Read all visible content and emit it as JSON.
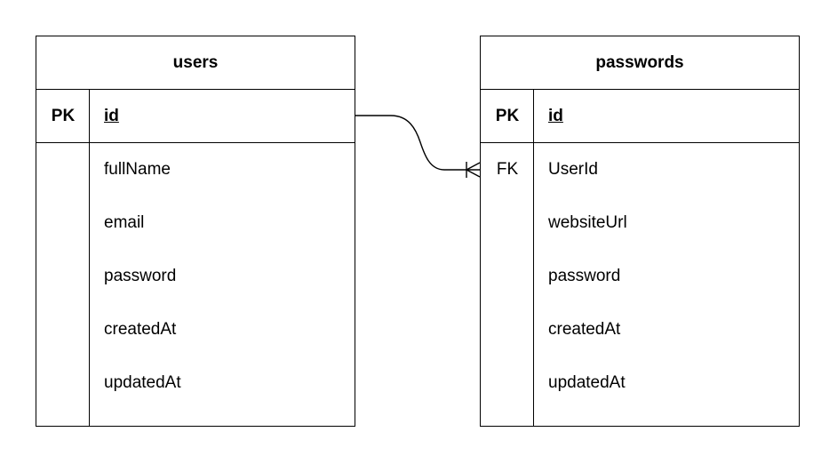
{
  "diagram": {
    "entities": [
      {
        "id": "users",
        "title": "users",
        "pk": {
          "key": "PK",
          "name": "id"
        },
        "fields": [
          {
            "key": "",
            "name": "fullName"
          },
          {
            "key": "",
            "name": "email"
          },
          {
            "key": "",
            "name": "password"
          },
          {
            "key": "",
            "name": "createdAt"
          },
          {
            "key": "",
            "name": "updatedAt"
          }
        ]
      },
      {
        "id": "passwords",
        "title": "passwords",
        "pk": {
          "key": "PK",
          "name": "id"
        },
        "fields": [
          {
            "key": "FK",
            "name": "UserId"
          },
          {
            "key": "",
            "name": "websiteUrl"
          },
          {
            "key": "",
            "name": "password"
          },
          {
            "key": "",
            "name": "createdAt"
          },
          {
            "key": "",
            "name": "updatedAt"
          }
        ]
      }
    ],
    "relationship": {
      "from": "users.id",
      "to": "passwords.UserId",
      "cardinality": "one-to-many"
    },
    "colors": {
      "line": "#000000",
      "background": "#ffffff"
    }
  }
}
